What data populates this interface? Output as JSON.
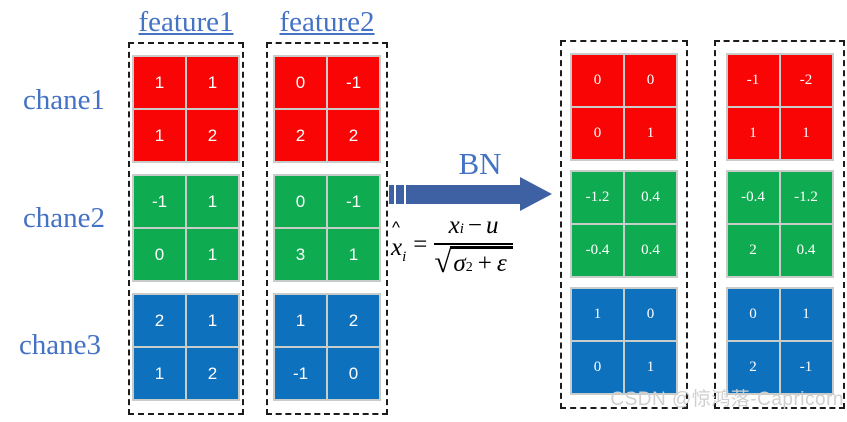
{
  "channels": [
    "chane1",
    "chane2",
    "chane3"
  ],
  "feature_headers": [
    "feature1",
    "feature2"
  ],
  "arrow": {
    "label": "BN"
  },
  "formula": {
    "hat": "^",
    "lhs_base": "x",
    "lhs_sub": "i",
    "equals": "=",
    "num_base": "x",
    "num_sub": "i",
    "num_minus": "−",
    "num_mean": "u",
    "radical": "√",
    "den_sigma": "σ",
    "den_exp": "2",
    "den_plus": "+",
    "den_eps": "ε"
  },
  "matrices": {
    "feature1": {
      "red": [
        [
          "1",
          "1"
        ],
        [
          "1",
          "2"
        ]
      ],
      "green": [
        [
          "-1",
          "1"
        ],
        [
          "0",
          "1"
        ]
      ],
      "blue": [
        [
          "2",
          "1"
        ],
        [
          "1",
          "2"
        ]
      ]
    },
    "feature2": {
      "red": [
        [
          "0",
          "-1"
        ],
        [
          "2",
          "2"
        ]
      ],
      "green": [
        [
          "0",
          "-1"
        ],
        [
          "3",
          "1"
        ]
      ],
      "blue": [
        [
          "1",
          "2"
        ],
        [
          "-1",
          "0"
        ]
      ]
    },
    "result1": {
      "red": [
        [
          "0",
          "0"
        ],
        [
          "0",
          "1"
        ]
      ],
      "green": [
        [
          "-1.2",
          "0.4"
        ],
        [
          "-0.4",
          "0.4"
        ]
      ],
      "blue": [
        [
          "1",
          "0"
        ],
        [
          "0",
          "1"
        ]
      ]
    },
    "result2": {
      "red": [
        [
          "-1",
          "-2"
        ],
        [
          "1",
          "1"
        ]
      ],
      "green": [
        [
          "-0.4",
          "-1.2"
        ],
        [
          "2",
          "0.4"
        ]
      ],
      "blue": [
        [
          "0",
          "1"
        ],
        [
          "2",
          "-1"
        ]
      ]
    }
  },
  "colors": {
    "red": "#f90506",
    "green": "#0fab50",
    "blue": "#0e71be",
    "label_blue": "#4472c4",
    "arrow_blue": "#3e61a4"
  },
  "watermark": "CSDN @惊鸿落-Capricorn"
}
